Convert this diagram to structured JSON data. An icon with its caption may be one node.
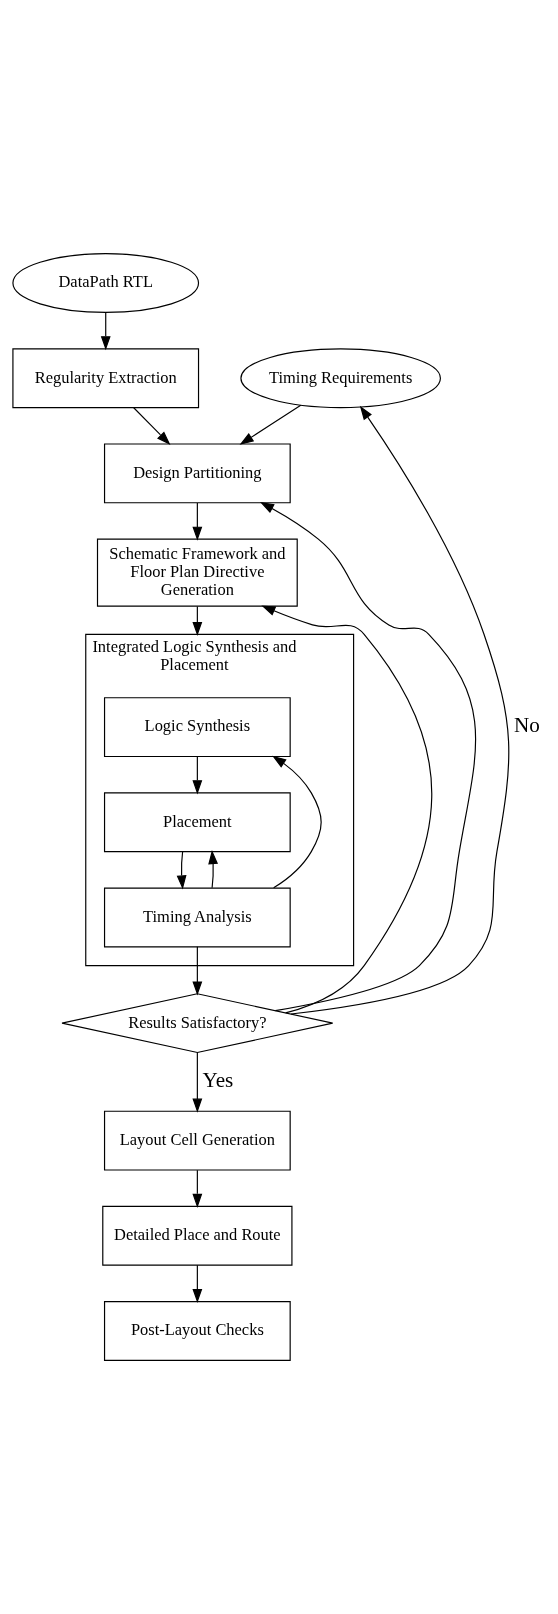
{
  "diagram": {
    "nodes": [
      {
        "text": [
          "DataPath RTL"
        ]
      },
      {
        "text": [
          "Timing Requirements"
        ]
      },
      {
        "text": [
          "Regularity Extraction"
        ]
      },
      {
        "text": [
          "Design Partitioning"
        ]
      },
      {
        "text": [
          "Schematic Framework and Floor Plan Directive Generation"
        ]
      },
      {
        "text": [
          "Integrated Logic Synthesis and Placement"
        ]
      },
      {
        "text": [
          "Logic Synthesis"
        ],
        "in": 5
      },
      {
        "text": [
          "Placement"
        ],
        "in": 5
      },
      {
        "text": [
          "Timing Analysis"
        ],
        "in": 5
      },
      {
        "text": [
          "Results Satisfactory?"
        ]
      },
      {
        "text": [
          "Layout Cell Generation"
        ]
      },
      {
        "text": [
          "Detailed Place and Route"
        ]
      },
      {
        "text": [
          "Post-Layout Checks"
        ]
      }
    ],
    "edges": [
      {
        "from": 0,
        "to": 2,
        "arrow": "to"
      },
      {
        "from": 2,
        "to": 3,
        "arrow": "to"
      },
      {
        "from": 1,
        "to": 3,
        "arrow": "to"
      },
      {
        "from": 3,
        "to": 4,
        "arrow": "to"
      },
      {
        "from": 4,
        "to": 5,
        "arrow": "to"
      },
      {
        "from": 6,
        "to": 7,
        "arrow": "to"
      },
      {
        "from": 7,
        "to": 8,
        "arrow": "to"
      },
      {
        "from": 8,
        "to": 6,
        "arrow": "to"
      },
      {
        "from": 8,
        "to": 7,
        "arrow": "to"
      },
      {
        "from": 8,
        "to": 9,
        "arrow": "to"
      },
      {
        "from": 9,
        "to": 1,
        "arrow": "to",
        "label": "No"
      },
      {
        "from": 9,
        "to": 3,
        "arrow": "to"
      },
      {
        "from": 9,
        "to": 4,
        "arrow": "to"
      },
      {
        "from": 9,
        "to": 10,
        "arrow": "to",
        "label": "Yes"
      },
      {
        "from": 10,
        "to": 11,
        "arrow": "to"
      },
      {
        "from": 11,
        "to": 12,
        "arrow": "to"
      }
    ]
  }
}
